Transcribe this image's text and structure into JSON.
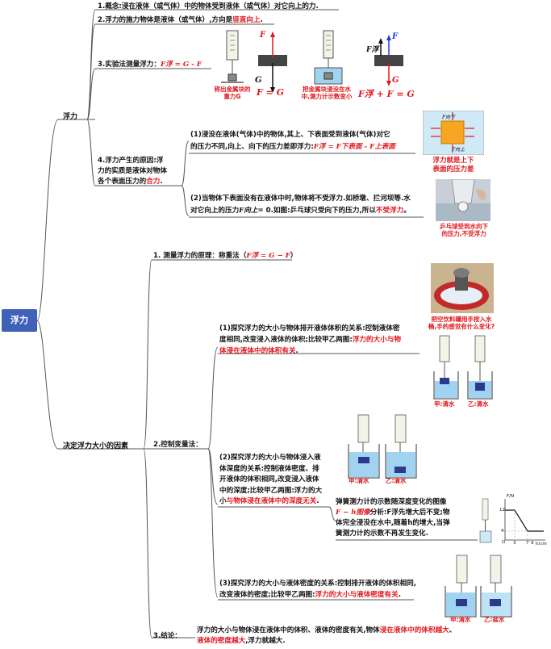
{
  "root": {
    "label": "浮力"
  },
  "branch_buoyancy": {
    "label": "浮力",
    "item1": {
      "prefix": "1.概念:浸在液体（或气体）中的物体受到液体（或气体）对它向上的力."
    },
    "item2": {
      "prefix": "2.浮力的施力物体是液体（或气体）,方向是",
      "highlight": "竖直向上",
      "suffix": "."
    },
    "item3": {
      "prefix": "3.实验法测量浮力：",
      "formula": "F浮 = G - F"
    },
    "item3_figures": {
      "cap1": "称出金属块的重力G",
      "cap2": "把金属块浸没在水中,测力计示数变小",
      "eq1": "F = G",
      "eq2": "F浮 + F = G",
      "label_F": "F",
      "label_G": "G",
      "label_Ffu": "F浮"
    },
    "item4": {
      "label_line1": "4.浮力产生的原因:浮",
      "label_line2": "力的实质是液体对物体",
      "label_line3_prefix": "各个表面压力的",
      "label_line3_highlight": "合力",
      "label_line3_suffix": ".",
      "sub1_line1": "(1)浸没在液体(气体)中的物体,其上、下表面受到液体(气体)对它",
      "sub1_line2_prefix": "的压力不同,向上、向下的压力差即浮力:",
      "sub1_formula": "F浮 = F下表面 - F上表面",
      "sub1_caption_line1": "浮力就是上下",
      "sub1_caption_line2": "表面的压力差",
      "sub1_cube_top": "F向下",
      "sub1_cube_bottom": "F向上",
      "sub2_line1": "(2)当物体下表面没有在液体中时,物体将不受浮力.如桥墩、拦河坝等.水",
      "sub2_line2_prefix": "对它向上的压力",
      "sub2_line2_formula": "F向上",
      "sub2_line2_mid": "= 0.如图:乒乓球只受向下的压力,所以",
      "sub2_line2_highlight": "不受浮力",
      "sub2_line2_suffix": "。",
      "sub2_caption_line1": "乒乓球受到水向下",
      "sub2_caption_line2": "的压力,不受浮力"
    }
  },
  "branch_factors": {
    "label": "决定浮力大小的因素",
    "item1": {
      "prefix": "1. 测量浮力的原理：称重法（",
      "formula": "F浮 = G − F",
      "suffix": "）"
    },
    "item2": {
      "label": "2.控制变量法：",
      "sub1_line1": "(1)探究浮力的大小与物体排开液体体积的关系:控制液体密",
      "sub1_line2": "度相同,改变浸入液体的体积;比较甲乙两图:",
      "sub1_line2_highlight": "浮力的大小与物",
      "sub1_line3_highlight": "体浸在液体中的体积有关",
      "sub1_line3_suffix": ".",
      "sub1_photo_caption1": "把空饮料罐用手按入水",
      "sub1_photo_caption2": "桶,手的感觉有什么变化?",
      "sub1_jia": "甲:清水",
      "sub1_yi": "乙:清水",
      "sub2_line1": "(2)探究浮力的大小与物体浸入液",
      "sub2_line2": "体深度的关系:控制液体密度、排",
      "sub2_line3": "开液体的体积相同,改变浸入液体",
      "sub2_line4": "中的深度;比较甲乙两图:浮力的大",
      "sub2_line5_prefix": "小",
      "sub2_line5_highlight": "与物体浸在液体中的深度无关",
      "sub2_line5_suffix": ".",
      "sub2_jia": "甲:清水",
      "sub2_yi": "乙:清水",
      "graph_line1": "弹簧测力计的示数随深度变化的图像",
      "graph_line2_formula": "F − h图像",
      "graph_line2_suffix": "分析:F浮先增大后不变;物",
      "graph_line3": "体完全浸没在水中,随着h的增大,当弹",
      "graph_line4": "簧测力计的示数不再发生变化.",
      "graph_axis_y": "F/N",
      "graph_axis_x": "h/cm",
      "graph_tick_12": "12",
      "graph_tick_4": "4",
      "graph_tick_3": "3",
      "graph_tick_7": "7",
      "graph_tick_9": "9",
      "graph_origin": "O",
      "sub3_line1": "(3)探究浮力的大小与液体密度的关系:控制排开液体的体积相同,",
      "sub3_line2_prefix": "改变液体的密度;比较甲乙两图:",
      "sub3_line2_highlight": "浮力的大小与液体密度有关",
      "sub3_line2_suffix": ".",
      "sub3_jia": "甲:清水",
      "sub3_yi": "乙:盐水"
    },
    "item3": {
      "label": "3.结论：",
      "line1_prefix": "浮力的大小与物体浸在液体中的体积、液体的密度有关,物体",
      "line1_highlight": "浸在液体中的体积越大",
      "line1_suffix": "、",
      "line2_highlight": "液体的密度越大",
      "line2_suffix": ",浮力就越大."
    }
  },
  "colors": {
    "accent": "#e0161c",
    "root_bg": "#3f62b8",
    "line": "#555555",
    "blue": "#1f3fd0",
    "water": "#9fd3ef"
  }
}
